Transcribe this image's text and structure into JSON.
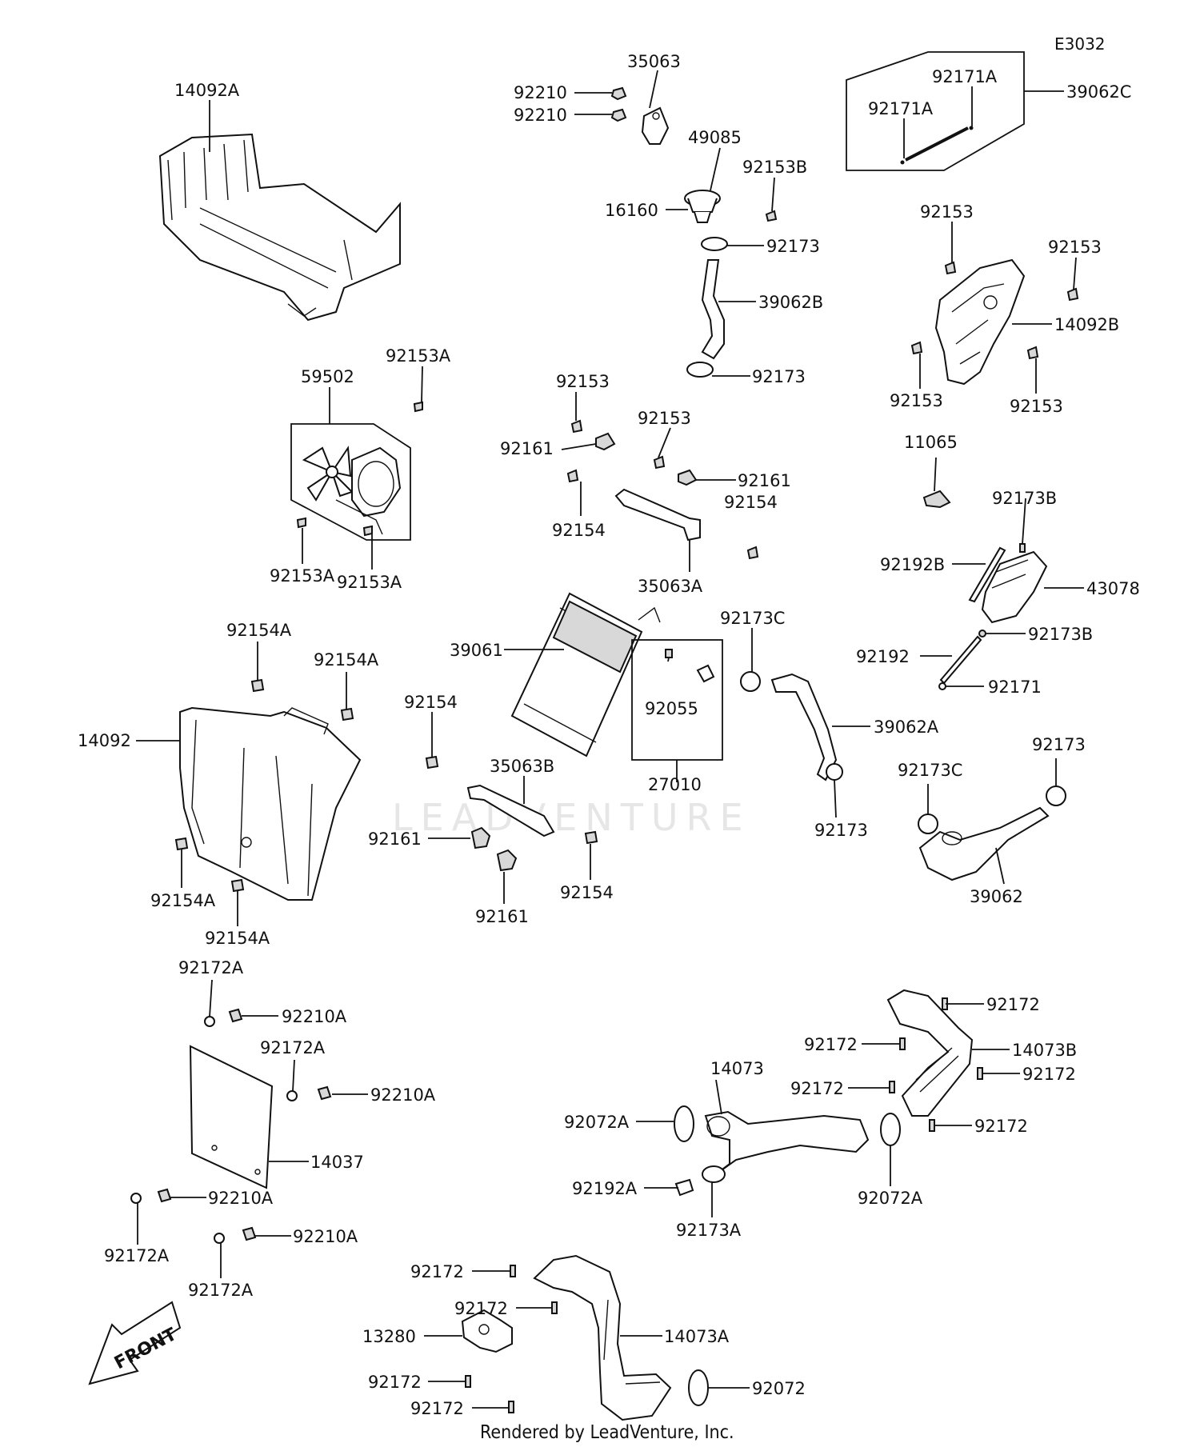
{
  "diagram_code": "E3032",
  "footer": "Rendered by LeadVenture, Inc.",
  "watermark": "LEADVENTURE",
  "front_label": "FRONT",
  "labels": [
    "14092A",
    "35063",
    "92210",
    "92210",
    "49085",
    "92153B",
    "16160",
    "92173",
    "39062B",
    "92173",
    "92171A",
    "92171A",
    "39062C",
    "92153",
    "92153",
    "14092B",
    "92153",
    "92153",
    "59502",
    "92153A",
    "92153A",
    "92153A",
    "92153",
    "92161",
    "92153",
    "92161",
    "92154",
    "92154",
    "35063A",
    "11065",
    "92173B",
    "92192B",
    "43078",
    "92192",
    "92173B",
    "92171",
    "92154A",
    "92154A",
    "14092",
    "39061",
    "92173C",
    "92055",
    "27010",
    "39062A",
    "92173",
    "92154",
    "35063B",
    "92161",
    "92161",
    "92154",
    "92154A",
    "92154A",
    "92173C",
    "92173",
    "39062",
    "92172A",
    "92210A",
    "92172A",
    "92210A",
    "14037",
    "92210A",
    "92172A",
    "92210A",
    "92172A",
    "92172",
    "92172",
    "14073B",
    "92172",
    "14073",
    "92172",
    "92072A",
    "92172",
    "92192A",
    "92173A",
    "92072A",
    "92172",
    "92172",
    "13280",
    "14073A",
    "92172",
    "92172",
    "92072"
  ]
}
